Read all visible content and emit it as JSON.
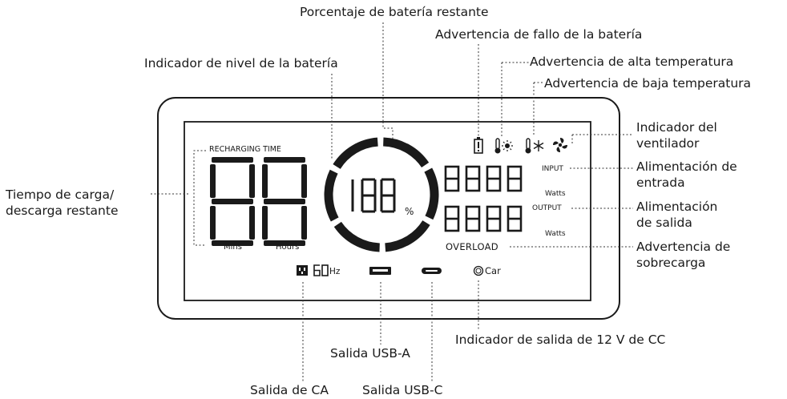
{
  "display": {
    "recharging_time": "RECHARGING TIME",
    "mins": "Mins",
    "hours": "Hours",
    "percent_sign": "%",
    "input": "INPUT",
    "output": "OUTPUT",
    "watts": "Watts",
    "overload": "OVERLOAD",
    "hz": "Hz",
    "car": "Car"
  },
  "callouts": {
    "battery_percent": "Porcentaje de batería restante",
    "battery_fault": "Advertencia de fallo de la batería",
    "high_temp": "Advertencia de alta temperatura",
    "low_temp": "Advertencia de baja temperatura",
    "battery_level": "Indicador de nivel de la batería",
    "fan_line1": "Indicador del",
    "fan_line2": "ventilador",
    "input_line1": "Alimentación de",
    "input_line2": "entrada",
    "output_line1": "Alimentación",
    "output_line2": "de salida",
    "overload_line1": "Advertencia de",
    "overload_line2": "sobrecarga",
    "time_line1": "Tiempo de carga/",
    "time_line2": "descarga restante",
    "dc12v": "Indicador de salida de 12 V de CC",
    "usba": "Salida USB-A",
    "ac": "Salida de CA",
    "usbc": "Salida USB-C"
  },
  "icons": [
    "battery-fault-icon",
    "high-temp-icon",
    "low-temp-icon",
    "fan-icon",
    "ac-outlet-icon",
    "usb-a-icon",
    "usb-c-icon",
    "car-port-icon"
  ],
  "colors": {
    "ink": "#1a1a1a",
    "leader": "#333333"
  }
}
